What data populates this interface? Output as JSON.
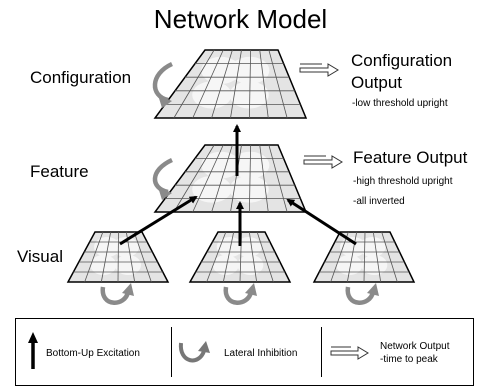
{
  "title": "Network Model",
  "levels": {
    "configuration": "Configuration",
    "feature": "Feature",
    "visual": "Visual"
  },
  "outputs": {
    "configuration": {
      "title_line1": "Configuration",
      "title_line2": "Output",
      "note1": "-low threshold upright"
    },
    "feature": {
      "title": "Feature Output",
      "note1": "-high threshold upright",
      "note2": "-all inverted"
    }
  },
  "legend": {
    "excitation": "Bottom-Up Excitation",
    "inhibition": "Lateral Inhibition",
    "output_line1": "Network Output",
    "output_line2": "-time to peak"
  },
  "colors": {
    "grid_fill": "#e4e4e4",
    "grid_line": "#555555",
    "blob": "#f6f6f6",
    "arrow": "#000000",
    "hollow_arrow": "#8a8a8a"
  }
}
